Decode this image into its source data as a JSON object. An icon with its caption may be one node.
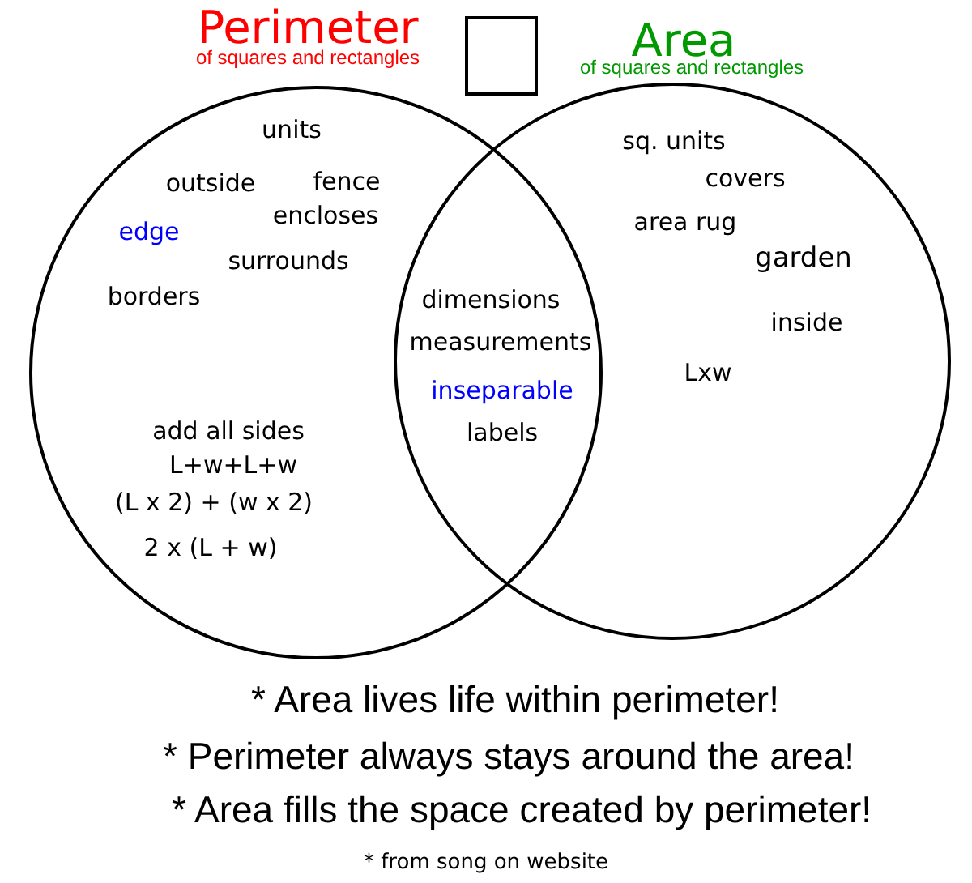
{
  "diagram": {
    "nodes": [
      {
        "text": [
          "Perimeter",
          "of squares and rectangles"
        ]
      },
      {
        "text": [
          "Area",
          "of squares and rectangles"
        ]
      }
    ],
    "edges": [],
    "labels": [
      "units",
      "outside",
      "fence",
      "encloses",
      "edge",
      "surrounds",
      "borders",
      "add all sides",
      "L+w+L+w",
      "(L x 2) + (w x 2)",
      "2 x (L + w)",
      "dimensions",
      "measurements",
      "inseparable",
      "labels",
      "sq. units",
      "covers",
      "area rug",
      "garden",
      "inside",
      "Lxw",
      "* Area lives life within perimeter!",
      "* Perimeter always stays around the area!",
      "* Area fills the space created by perimeter!",
      "* from song on website"
    ]
  }
}
